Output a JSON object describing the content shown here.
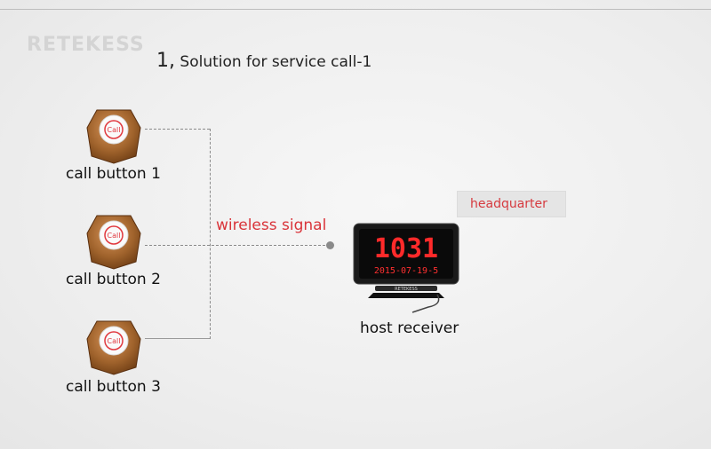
{
  "brand": {
    "logo_text": "RETEKESS"
  },
  "title": {
    "number": "1,",
    "text": " Solution for service call-1"
  },
  "call_buttons": [
    {
      "label": "call button 1",
      "face_text": "Call"
    },
    {
      "label": "call button 2",
      "face_text": "Call"
    },
    {
      "label": "call button 3",
      "face_text": "Call"
    }
  ],
  "signal": {
    "label": "wireless signal"
  },
  "headquarter": {
    "label": "headquarter"
  },
  "receiver": {
    "label": "host receiver",
    "display_number": "1031",
    "display_date": "2015-07-19-5",
    "brand_text": "RETEKESS"
  },
  "colors": {
    "accent_red": "#d9343a",
    "button_brown": "#a0632c",
    "display_red": "#ff2a2a"
  }
}
